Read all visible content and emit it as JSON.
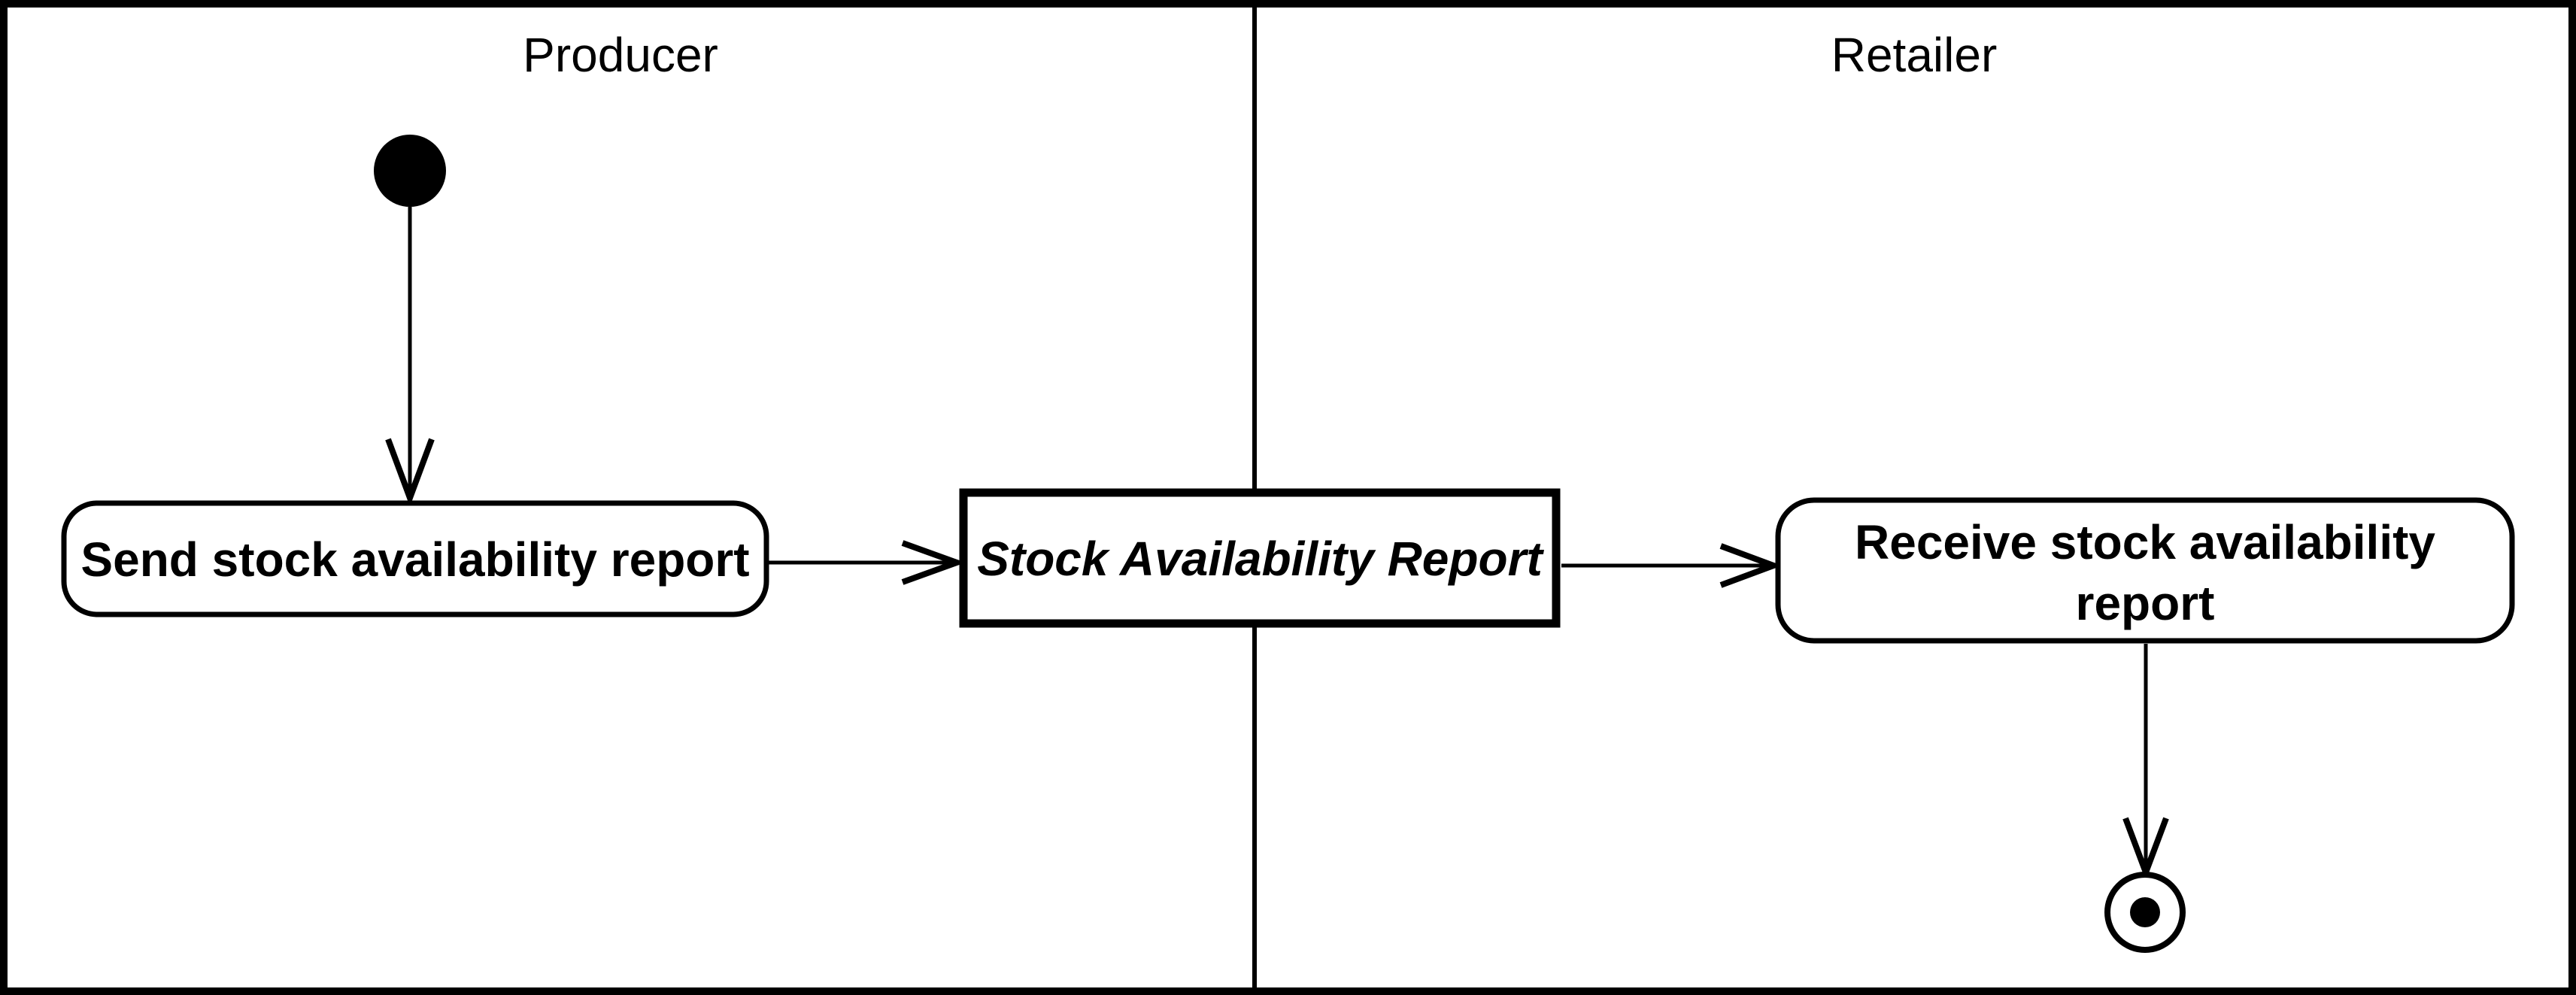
{
  "diagram": {
    "kind": "uml-activity-diagram-with-swimlanes",
    "colors": {
      "line": "#000000",
      "background": "#ffffff",
      "node_fill": "#ffffff"
    },
    "lanes": [
      {
        "id": "producer",
        "label": "Producer"
      },
      {
        "id": "retailer",
        "label": "Retailer"
      }
    ],
    "nodes": {
      "initial": {
        "symbol": "filled-circle-initial-state",
        "lane": "Producer"
      },
      "send": {
        "label": "Send stock availability report",
        "shape": "rounded-rectangle",
        "lane": "Producer"
      },
      "object": {
        "label": "Stock Availability Report",
        "shape": "thick-border-rectangle",
        "lane": "on-divider"
      },
      "receive": {
        "label": "Receive stock availability report",
        "line1": "Receive stock availability",
        "line2": "report",
        "shape": "rounded-rectangle",
        "lane": "Retailer"
      },
      "final": {
        "symbol": "bullseye-final-state",
        "lane": "Retailer"
      }
    },
    "edges": [
      {
        "from": "initial",
        "to": "send",
        "style": "open-arrowhead"
      },
      {
        "from": "send",
        "to": "object",
        "style": "open-arrowhead"
      },
      {
        "from": "object",
        "to": "receive",
        "style": "open-arrowhead"
      },
      {
        "from": "receive",
        "to": "final",
        "style": "open-arrowhead"
      }
    ]
  }
}
